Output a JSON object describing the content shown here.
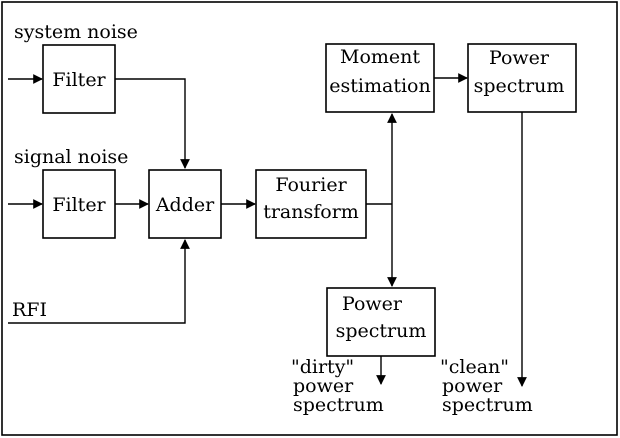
{
  "inputs": {
    "system_noise": "system noise",
    "signal_noise": "signal noise",
    "rfi": "RFI"
  },
  "blocks": {
    "filter_top": "Filter",
    "filter_bottom": "Filter",
    "adder": "Adder",
    "fourier": [
      "Fourier",
      "transform"
    ],
    "moment": [
      "Moment",
      "estimation"
    ],
    "power_top": [
      "Power",
      "spectrum"
    ],
    "power_bottom": [
      "Power",
      "spectrum"
    ]
  },
  "outputs": {
    "dirty": [
      "\"dirty\"",
      "power",
      "spectrum"
    ],
    "clean": [
      "\"clean\"",
      "power",
      "spectrum"
    ]
  }
}
